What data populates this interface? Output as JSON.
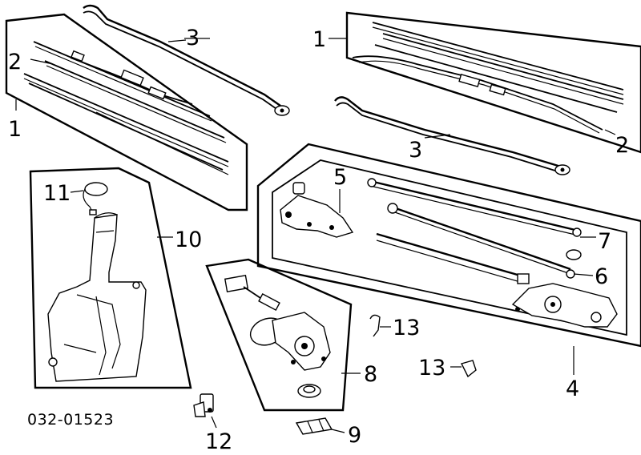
{
  "diagram_code": "032-01523",
  "callouts": {
    "c1_left": "1",
    "c2_left": "2",
    "c3_top": "3",
    "c1_right": "1",
    "c2_right": "2",
    "c3_right": "3",
    "c4": "4",
    "c5": "5",
    "c6": "6",
    "c7": "7",
    "c8": "8",
    "c9": "9",
    "c10": "10",
    "c11": "11",
    "c12": "12",
    "c13_a": "13",
    "c13_b": "13"
  }
}
